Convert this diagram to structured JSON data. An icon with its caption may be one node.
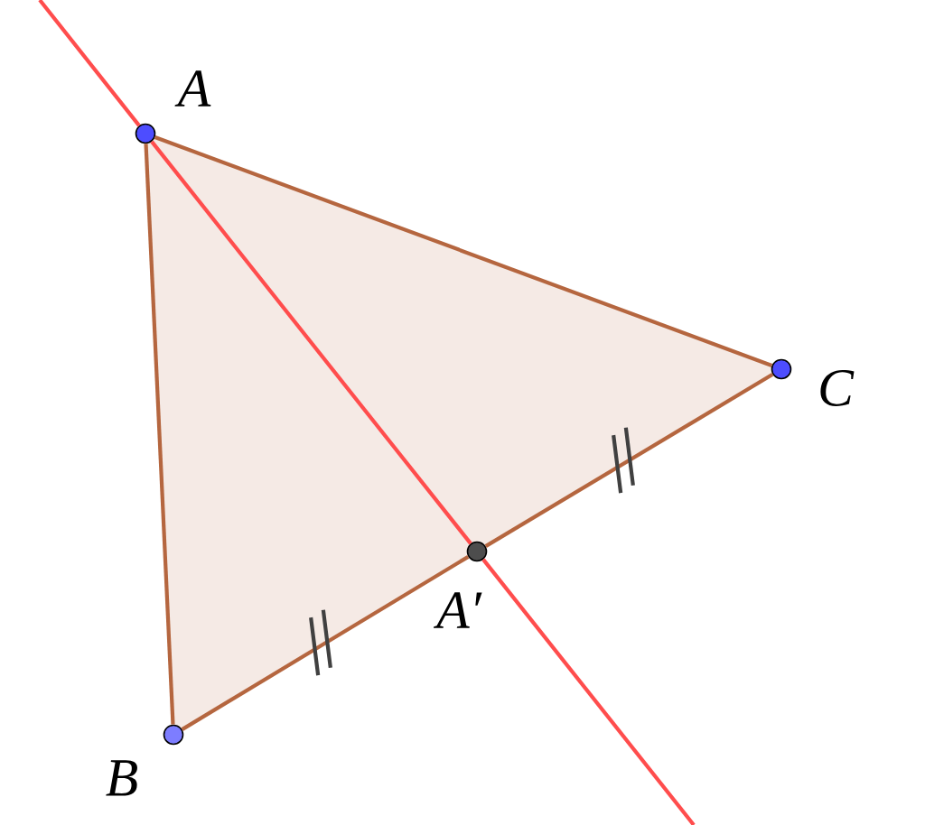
{
  "diagram": {
    "nodes": [
      {
        "text": [],
        "shape": "circle",
        "beside": [
          "A"
        ]
      },
      {
        "text": [],
        "shape": "circle",
        "beside": [
          "B"
        ]
      },
      {
        "text": [],
        "shape": "circle",
        "beside": [
          "C"
        ]
      },
      {
        "text": [],
        "shape": "circle",
        "beside": [
          "A′"
        ]
      }
    ],
    "edges": [
      {
        "from": 0,
        "to": 1,
        "arrow": "none"
      },
      {
        "from": 0,
        "to": 2,
        "arrow": "none"
      },
      {
        "from": 1,
        "to": 3,
        "arrow": "none"
      },
      {
        "from": 3,
        "to": 2,
        "arrow": "none"
      },
      {
        "from": 0,
        "to": 3,
        "arrow": "none",
        "color": "#ff4d4d"
      },
      {
        "from": null,
        "to": 0,
        "arrow": "none",
        "color": "#ff4d4d"
      },
      {
        "from": 3,
        "to": null,
        "arrow": "none",
        "color": "#ff4d4d"
      }
    ]
  }
}
